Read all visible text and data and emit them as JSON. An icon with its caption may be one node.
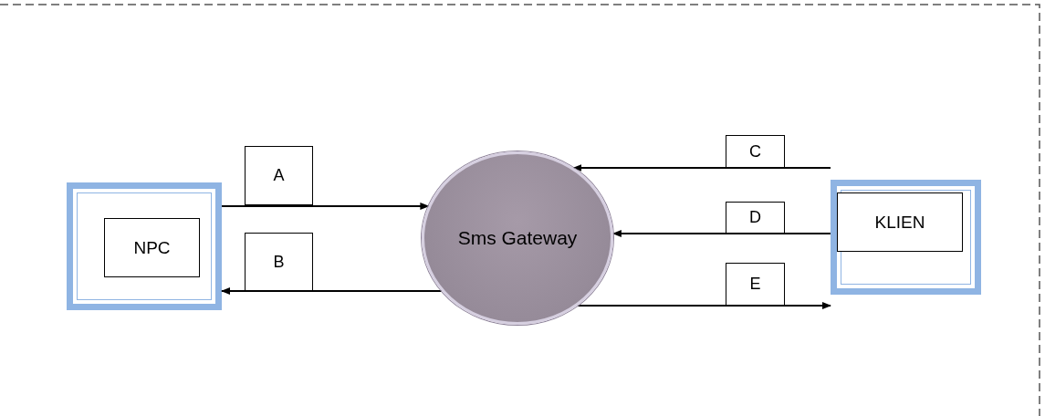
{
  "diagram": {
    "nodes": [
      {
        "text": [],
        "shape": "box"
      },
      {
        "text": [
          "NPC"
        ],
        "in": 0
      },
      {
        "text": [
          "A"
        ]
      },
      {
        "text": [
          "B"
        ]
      },
      {
        "text": [
          "Sms Gateway"
        ]
      },
      {
        "text": [
          "C"
        ]
      },
      {
        "text": [
          "D"
        ]
      },
      {
        "text": [
          "E"
        ]
      },
      {
        "text": [],
        "shape": "box"
      },
      {
        "text": [
          "KLIEN"
        ],
        "in": 8
      }
    ],
    "edges": [
      {
        "from": 0,
        "to": 4,
        "arrow": "to"
      },
      {
        "from": 4,
        "to": 0,
        "arrow": "to"
      },
      {
        "from": 8,
        "to": 4,
        "arrow": "to"
      },
      {
        "from": 8,
        "to": 4,
        "arrow": "to"
      },
      {
        "from": 4,
        "to": 8,
        "arrow": "to"
      }
    ]
  }
}
